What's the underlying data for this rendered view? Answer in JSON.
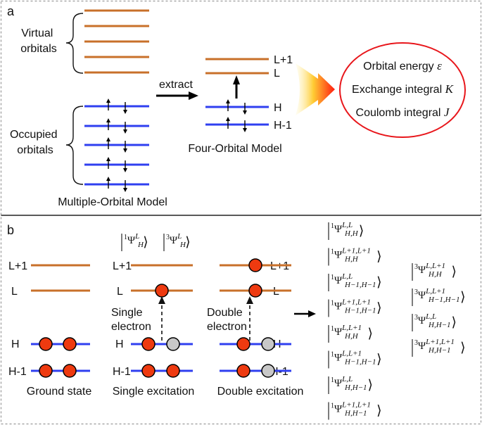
{
  "colors": {
    "virtual_orbital": "#c8702a",
    "occupied_orbital": "#2f3ff0",
    "electron": "#ee3a10",
    "hole": "#c8c8c8",
    "ellipse_border": "#e8161b",
    "frame_dash": "#9a9a9a"
  },
  "panel_a": {
    "tag": "a",
    "virtual_label": [
      "Virtual",
      "orbitals"
    ],
    "occupied_label": [
      "Occupied",
      "orbitals"
    ],
    "multi_model_label": "Multiple-Orbital Model",
    "extract_label": "extract",
    "four_model_label": "Four-Orbital Model",
    "levels": {
      "l1": "L+1",
      "l": "L",
      "h": "H",
      "h1": "H-1"
    },
    "properties": [
      {
        "text": "Orbital energy",
        "symbol": "ε"
      },
      {
        "text": "Exchange integral",
        "symbol": "K"
      },
      {
        "text": "Coulomb integral",
        "symbol": "J"
      }
    ]
  },
  "panel_b": {
    "tag": "b",
    "levels": {
      "l1": "L+1",
      "l": "L",
      "h": "H",
      "h1": "H-1"
    },
    "states": [
      "Ground state",
      "Single excitation",
      "Double excitation"
    ],
    "single_note": [
      "Single",
      "electron"
    ],
    "double_note": [
      "Double",
      "electron"
    ],
    "single_kets": [
      {
        "mult": "1",
        "sup": "L",
        "sub": "H"
      },
      {
        "mult": "3",
        "sup": "L",
        "sub": "H"
      }
    ],
    "singlet_kets": [
      {
        "mult": "1",
        "sup": "L,L",
        "sub": "H,H"
      },
      {
        "mult": "1",
        "sup": "L+1,L+1",
        "sub": "H,H"
      },
      {
        "mult": "1",
        "sup": "L,L",
        "sub": "H−1,H−1"
      },
      {
        "mult": "1",
        "sup": "L+1,L+1",
        "sub": "H−1,H−1"
      },
      {
        "mult": "1",
        "sup": "L,L+1",
        "sub": "H,H"
      },
      {
        "mult": "1",
        "sup": "L,L+1",
        "sub": "H−1,H−1"
      },
      {
        "mult": "1",
        "sup": "L,L",
        "sub": "H,H−1"
      },
      {
        "mult": "1",
        "sup": "L+1,L+1",
        "sub": "H,H−1"
      }
    ],
    "triplet_kets": [
      {
        "mult": "3",
        "sup": "L,L+1",
        "sub": "H,H"
      },
      {
        "mult": "3",
        "sup": "L,L+1",
        "sub": "H−1,H−1"
      },
      {
        "mult": "3",
        "sup": "L,L",
        "sub": "H,H−1"
      },
      {
        "mult": "3",
        "sup": "L+1,L+1",
        "sub": "H,H−1"
      }
    ]
  }
}
